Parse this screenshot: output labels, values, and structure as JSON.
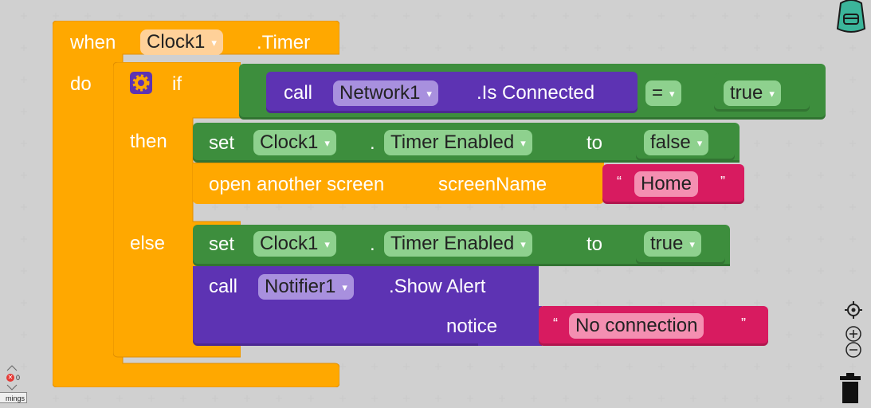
{
  "event": {
    "when": "when",
    "component": "Clock1",
    "event_name": ".Timer",
    "do": "do"
  },
  "if_block": {
    "if": "if",
    "then": "then",
    "else": "else"
  },
  "condition": {
    "call": "call",
    "component": "Network1",
    "method": ".Is Connected",
    "operator": "=",
    "value": "true"
  },
  "then_set": {
    "set": "set",
    "component": "Clock1",
    "dot": ".",
    "property": "Timer Enabled",
    "to": "to",
    "value": "false"
  },
  "open_screen": {
    "label": "open another screen",
    "param": "screenName",
    "value": "Home"
  },
  "else_set": {
    "set": "set",
    "component": "Clock1",
    "dot": ".",
    "property": "Timer Enabled",
    "to": "to",
    "value": "true"
  },
  "alert": {
    "call": "call",
    "component": "Notifier1",
    "method": ".Show Alert",
    "param": "notice",
    "value": "No connection"
  },
  "warnings": {
    "count": "0",
    "label": "mings"
  },
  "dropdown_arrow": "▾",
  "quote_open": "“",
  "quote_close": "”",
  "colors": {
    "event": "#ffa800",
    "logic": "#3d8e3d",
    "component_call": "#5d33b3",
    "text": "#d81b60"
  }
}
